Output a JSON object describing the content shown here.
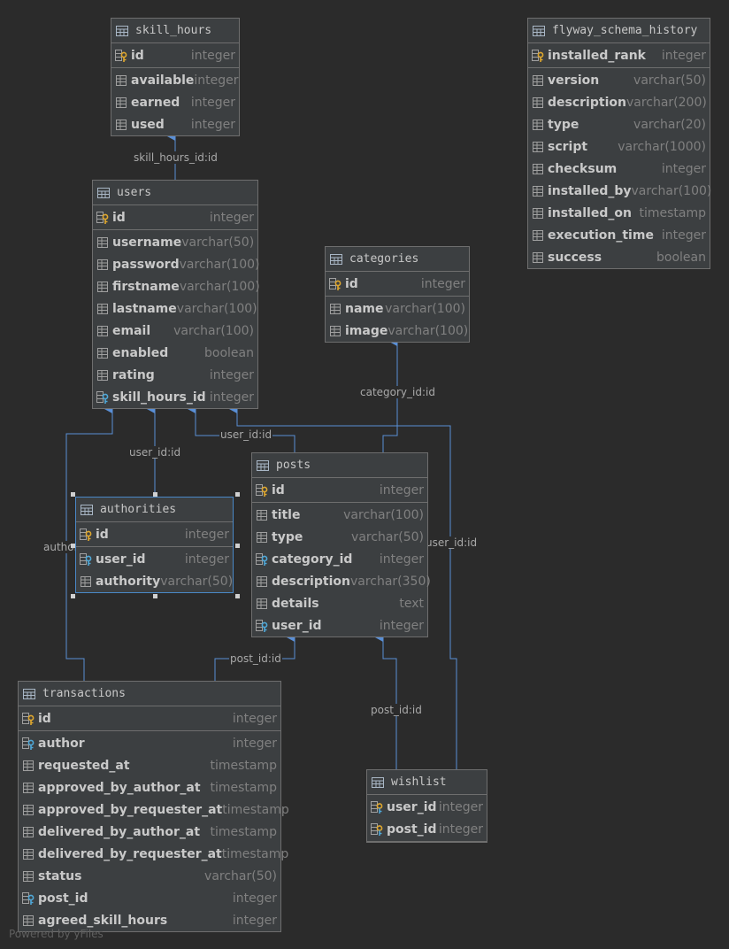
{
  "tables": {
    "skill_hours": {
      "name": "skill_hours",
      "columns": [
        {
          "name": "id",
          "type": "integer",
          "key": "pk"
        },
        {
          "name": "available",
          "type": "integer",
          "key": "col"
        },
        {
          "name": "earned",
          "type": "integer",
          "key": "col"
        },
        {
          "name": "used",
          "type": "integer",
          "key": "col"
        }
      ]
    },
    "users": {
      "name": "users",
      "columns": [
        {
          "name": "id",
          "type": "integer",
          "key": "pk"
        },
        {
          "name": "username",
          "type": "varchar(50)",
          "key": "col"
        },
        {
          "name": "password",
          "type": "varchar(100)",
          "key": "col"
        },
        {
          "name": "firstname",
          "type": "varchar(100)",
          "key": "col"
        },
        {
          "name": "lastname",
          "type": "varchar(100)",
          "key": "col"
        },
        {
          "name": "email",
          "type": "varchar(100)",
          "key": "col"
        },
        {
          "name": "enabled",
          "type": "boolean",
          "key": "col"
        },
        {
          "name": "rating",
          "type": "integer",
          "key": "col"
        },
        {
          "name": "skill_hours_id",
          "type": "integer",
          "key": "fk"
        }
      ]
    },
    "categories": {
      "name": "categories",
      "columns": [
        {
          "name": "id",
          "type": "integer",
          "key": "pk"
        },
        {
          "name": "name",
          "type": "varchar(100)",
          "key": "col"
        },
        {
          "name": "image",
          "type": "varchar(100)",
          "key": "col"
        }
      ]
    },
    "flyway_schema_history": {
      "name": "flyway_schema_history",
      "columns": [
        {
          "name": "installed_rank",
          "type": "integer",
          "key": "pk"
        },
        {
          "name": "version",
          "type": "varchar(50)",
          "key": "col"
        },
        {
          "name": "description",
          "type": "varchar(200)",
          "key": "col"
        },
        {
          "name": "type",
          "type": "varchar(20)",
          "key": "col"
        },
        {
          "name": "script",
          "type": "varchar(1000)",
          "key": "col"
        },
        {
          "name": "checksum",
          "type": "integer",
          "key": "col"
        },
        {
          "name": "installed_by",
          "type": "varchar(100)",
          "key": "col"
        },
        {
          "name": "installed_on",
          "type": "timestamp",
          "key": "col"
        },
        {
          "name": "execution_time",
          "type": "integer",
          "key": "col"
        },
        {
          "name": "success",
          "type": "boolean",
          "key": "col"
        }
      ]
    },
    "authorities": {
      "name": "authorities",
      "columns": [
        {
          "name": "id",
          "type": "integer",
          "key": "pk"
        },
        {
          "name": "user_id",
          "type": "integer",
          "key": "fk"
        },
        {
          "name": "authority",
          "type": "varchar(50)",
          "key": "col"
        }
      ]
    },
    "posts": {
      "name": "posts",
      "columns": [
        {
          "name": "id",
          "type": "integer",
          "key": "pk"
        },
        {
          "name": "title",
          "type": "varchar(100)",
          "key": "col"
        },
        {
          "name": "type",
          "type": "varchar(50)",
          "key": "col"
        },
        {
          "name": "category_id",
          "type": "integer",
          "key": "fk"
        },
        {
          "name": "description",
          "type": "varchar(350)",
          "key": "col"
        },
        {
          "name": "details",
          "type": "text",
          "key": "col"
        },
        {
          "name": "user_id",
          "type": "integer",
          "key": "fk"
        }
      ]
    },
    "transactions": {
      "name": "transactions",
      "columns": [
        {
          "name": "id",
          "type": "integer",
          "key": "pk"
        },
        {
          "name": "author",
          "type": "integer",
          "key": "fk"
        },
        {
          "name": "requested_at",
          "type": "timestamp",
          "key": "col"
        },
        {
          "name": "approved_by_author_at",
          "type": "timestamp",
          "key": "col"
        },
        {
          "name": "approved_by_requester_at",
          "type": "timestamp",
          "key": "col"
        },
        {
          "name": "delivered_by_author_at",
          "type": "timestamp",
          "key": "col"
        },
        {
          "name": "delivered_by_requester_at",
          "type": "timestamp",
          "key": "col"
        },
        {
          "name": "status",
          "type": "varchar(50)",
          "key": "col"
        },
        {
          "name": "post_id",
          "type": "integer",
          "key": "fk"
        },
        {
          "name": "agreed_skill_hours",
          "type": "integer",
          "key": "col"
        }
      ]
    },
    "wishlist": {
      "name": "wishlist",
      "columns": [
        {
          "name": "user_id",
          "type": "integer",
          "key": "pkfk"
        },
        {
          "name": "post_id",
          "type": "integer",
          "key": "pkfk"
        }
      ]
    }
  },
  "edge_labels": {
    "skill_hours": "skill_hours_id:id",
    "posts_user": "user_id:id",
    "authorities_user": "user_id:id",
    "transactions_author": "author:id",
    "posts_category": "category_id:id",
    "wishlist_user": "user_id:id",
    "transactions_post": "post_id:id",
    "wishlist_post": "post_id:id"
  },
  "footer": "Powered by yFiles",
  "colors": {
    "background": "#2b2b2b",
    "table_fill": "#3c3f41",
    "table_border": "#6e6e6e",
    "edge": "#5a8fd6",
    "pk_key": "#e0a82e",
    "fk_key": "#4fa8d8"
  }
}
